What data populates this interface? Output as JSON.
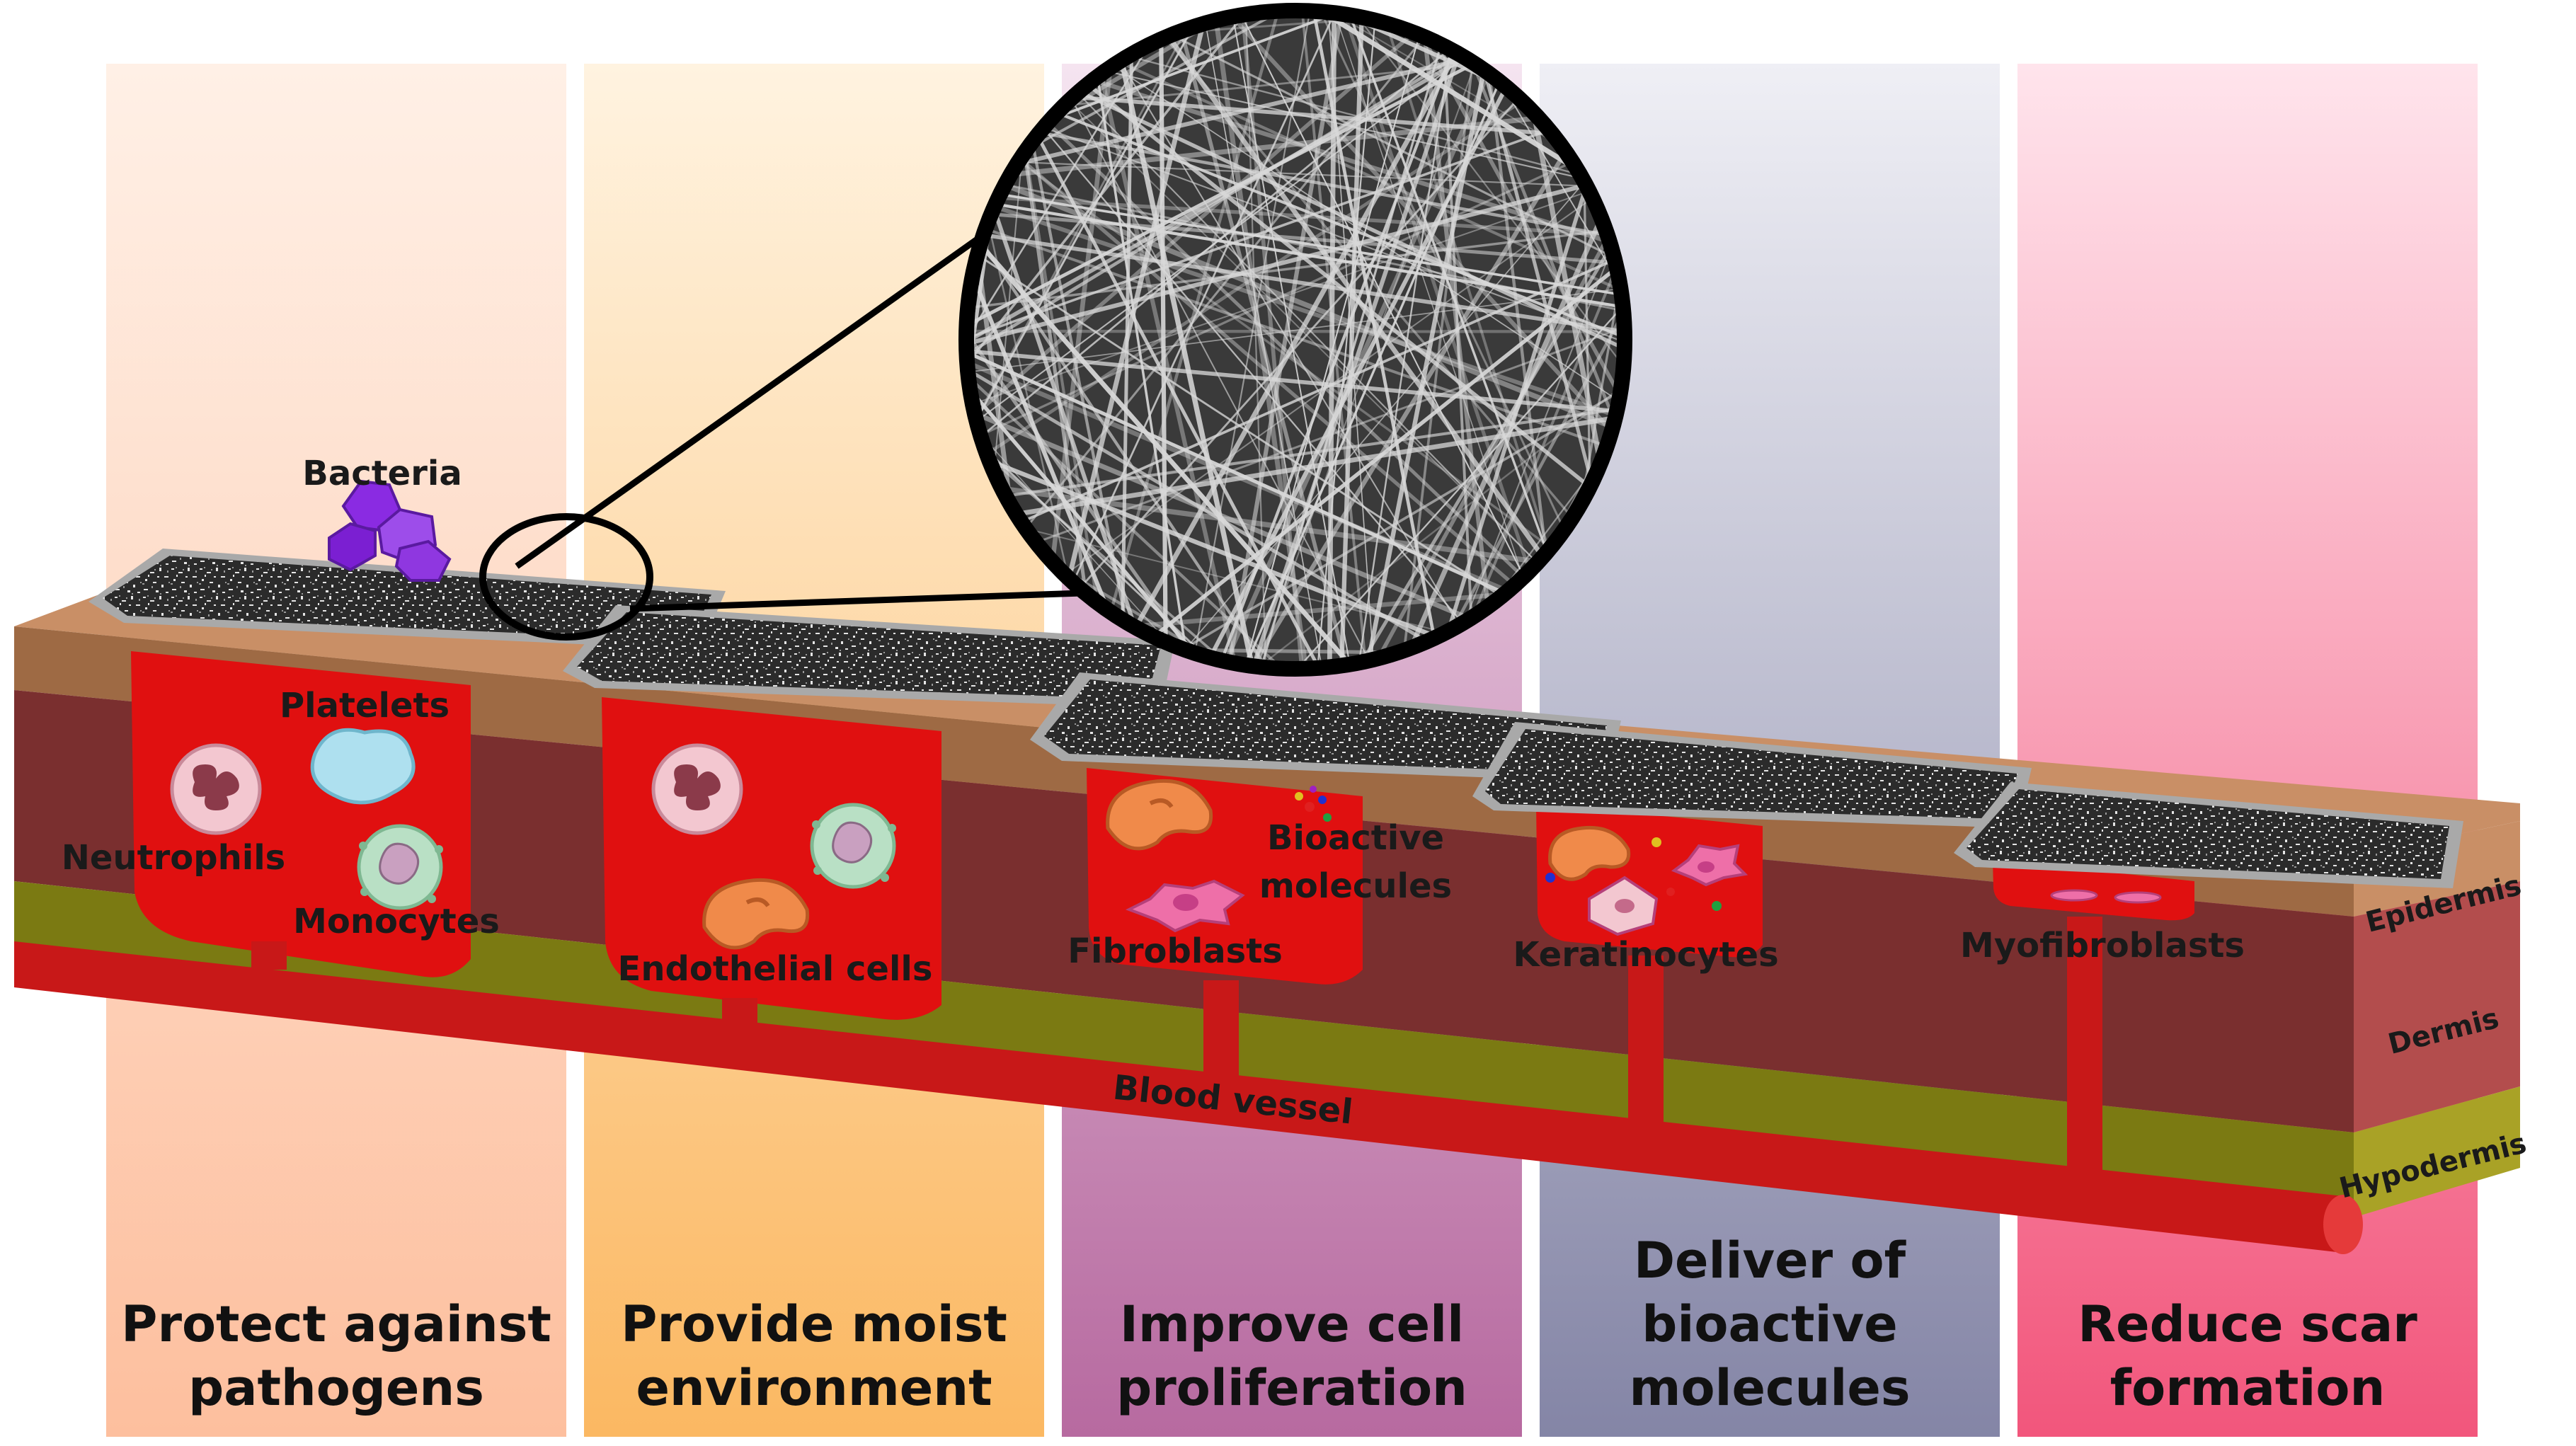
{
  "panels": [
    {
      "caption": [
        "Protect against",
        "pathogens"
      ],
      "color_top": "#fff0e6",
      "color_bottom": "#fdbf9e"
    },
    {
      "caption": [
        "Provide moist",
        "environment"
      ],
      "color_top": "#fff3e0",
      "color_bottom": "#fbb862"
    },
    {
      "caption": [
        "Improve cell",
        "proliferation"
      ],
      "color_top": "#f5e4f0",
      "color_bottom": "#b76aa0"
    },
    {
      "caption": [
        "Deliver of",
        "bioactive",
        "molecules"
      ],
      "color_top": "#efeff5",
      "color_bottom": "#8485a6"
    },
    {
      "caption": [
        "Reduce scar",
        "formation"
      ],
      "color_top": "#ffe4ec",
      "color_bottom": "#f2567c"
    }
  ],
  "cell_labels": {
    "bacteria": "Bacteria",
    "platelets": "Platelets",
    "neutrophils": "Neutrophils",
    "monocytes": "Monocytes",
    "endothelial": "Endothelial cells",
    "fibroblasts": "Fibroblasts",
    "bioactive": [
      "Bioactive",
      "molecules"
    ],
    "keratinocytes": "Keratinocytes",
    "myofibroblasts": "Myofibroblasts"
  },
  "layer_labels": {
    "epidermis": "Epidermis",
    "dermis": "Dermis",
    "hypodermis": "Hypodermis",
    "blood_vessel": "Blood vessel"
  },
  "colors": {
    "epidermis": "#c98f66",
    "dermis_front": "#7a2f2f",
    "dermis_side": "#b34d4d",
    "hypodermis": "#7b7a12",
    "hypodermis_side": "#a9a226",
    "wound": "#e01010",
    "blood_vessel": "#c81818",
    "scaffold": "#3a3a3a",
    "scaffold_frame": "#a9a9a9"
  }
}
